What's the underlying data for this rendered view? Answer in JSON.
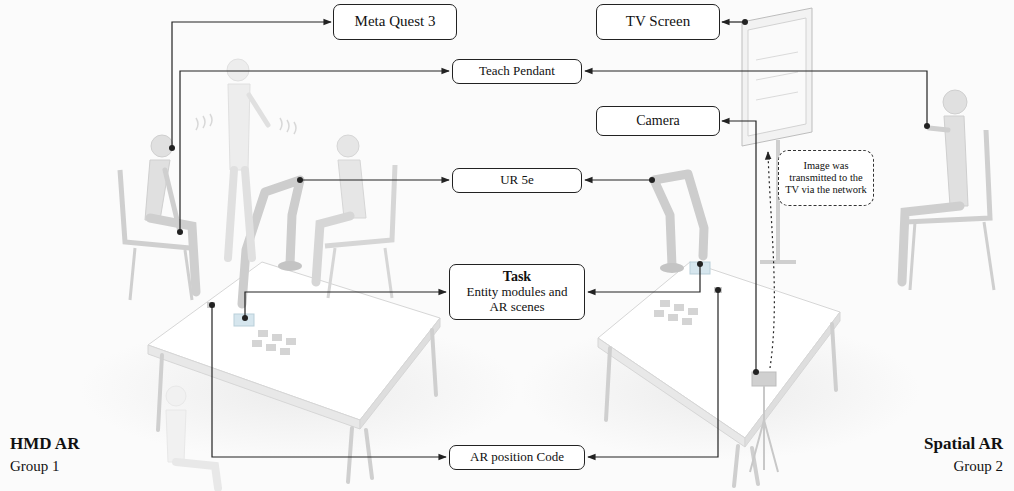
{
  "diagram": {
    "nodes": [
      {
        "text": [
          "Meta Quest 3"
        ]
      },
      {
        "text": [
          "TV Screen"
        ]
      },
      {
        "text": [
          "Teach Pendant"
        ]
      },
      {
        "text": [
          "Camera"
        ]
      },
      {
        "text": [
          "Image was transmitted to the TV via the network"
        ]
      },
      {
        "text": [
          "UR 5e"
        ]
      },
      {
        "text": [
          "Task",
          "Entity modules and AR scenes"
        ]
      },
      {
        "text": [
          "AR position Code"
        ]
      }
    ],
    "labels": [
      "HMD AR",
      "Group 1",
      "Spatial AR",
      "Group 2"
    ]
  }
}
